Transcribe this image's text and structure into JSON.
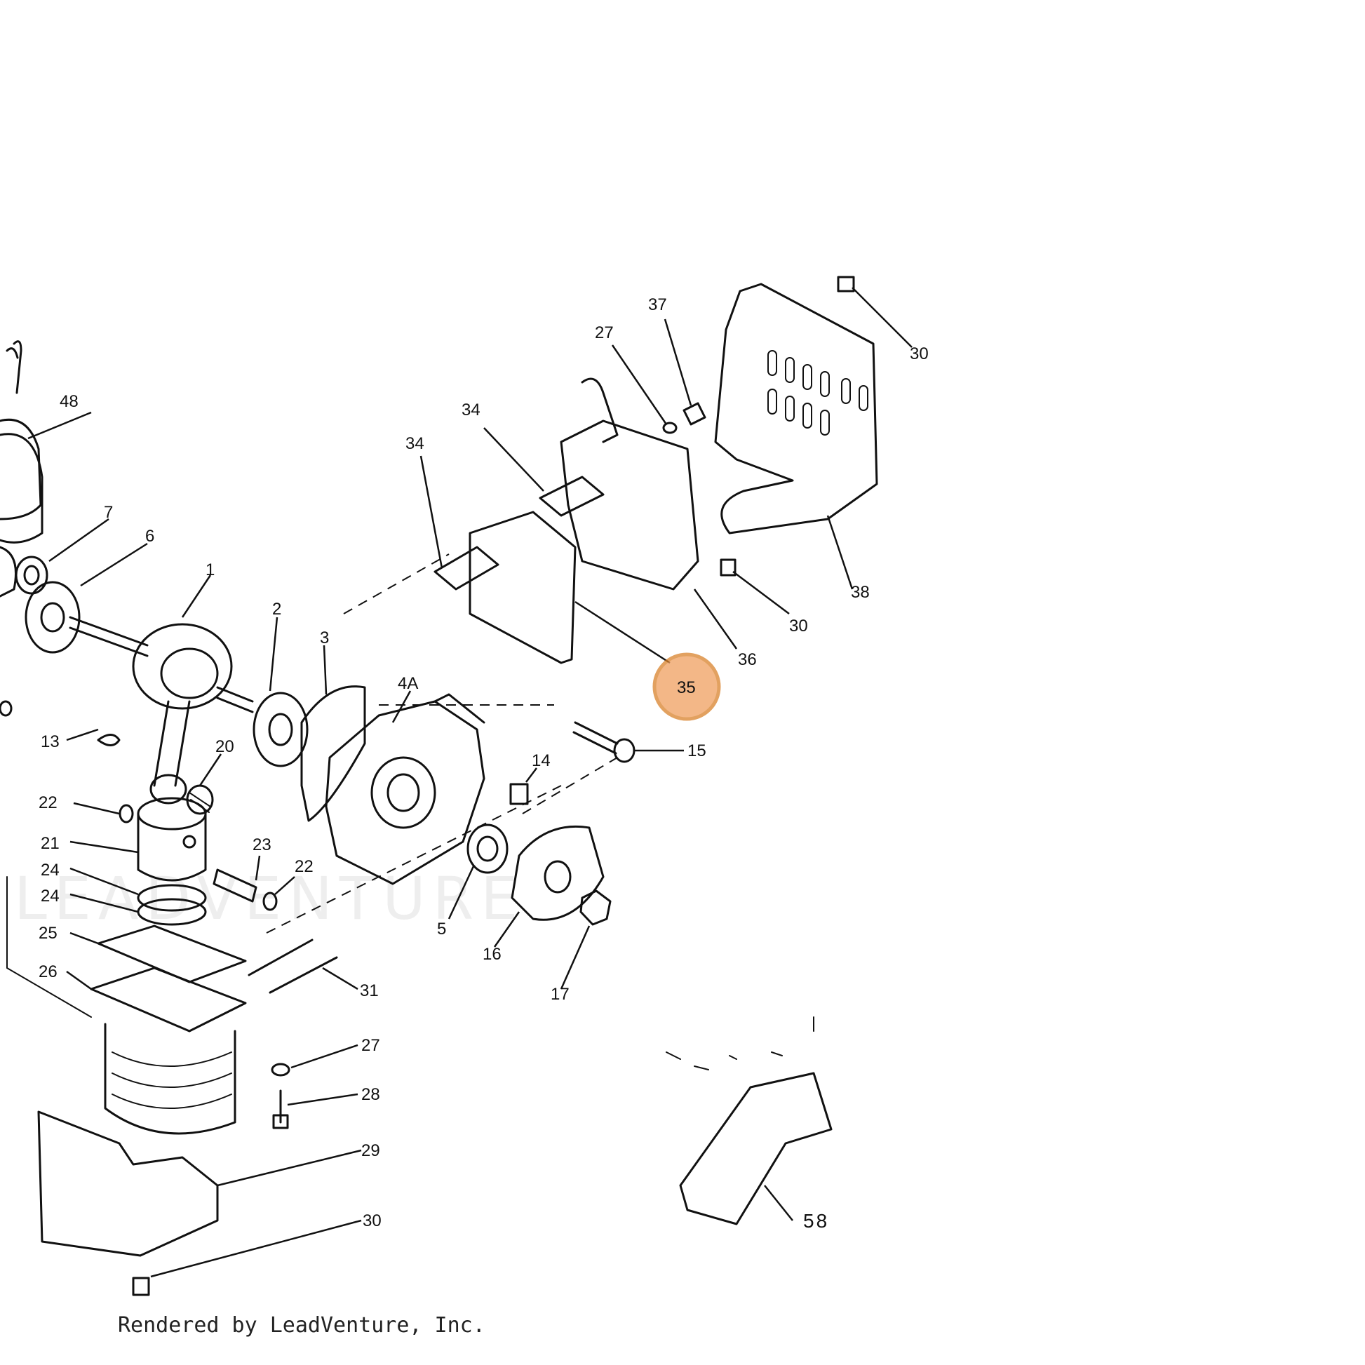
{
  "footer": {
    "credit": "Rendered by LeadVenture, Inc."
  },
  "watermark": {
    "text": "LEADVENTURE"
  },
  "highlight": {
    "part": "35",
    "color": "#f0a060",
    "stroke": "#d9822b"
  },
  "callouts": {
    "p1": "1",
    "p2": "2",
    "p3": "3",
    "p4a": "4A",
    "p5": "5",
    "p6": "6",
    "p7": "7",
    "p13": "13",
    "p14": "14",
    "p15": "15",
    "p16": "16",
    "p17": "17",
    "p20": "20",
    "p21": "21",
    "p22a": "22",
    "p22b": "22",
    "p23": "23",
    "p24a": "24",
    "p24b": "24",
    "p25": "25",
    "p26": "26",
    "p27a": "27",
    "p27b": "27",
    "p28": "28",
    "p29": "29",
    "p30a": "30",
    "p30b": "30",
    "p30c": "30",
    "p31": "31",
    "p34a": "34",
    "p34b": "34",
    "p35": "35",
    "p36": "36",
    "p37": "37",
    "p38": "38",
    "p48": "48",
    "p58": "58"
  }
}
